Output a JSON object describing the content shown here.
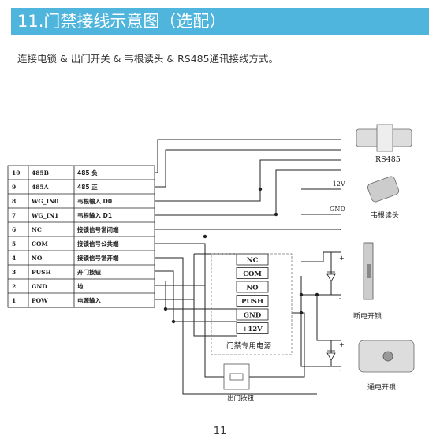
{
  "header": {
    "title": "11.门禁接线示意图（选配）"
  },
  "subtitle": "连接电锁 & 出门开关 & 韦根读头 & RS485通讯接线方式。",
  "terminal_table": {
    "rows": [
      {
        "num": "10",
        "pin": "485B",
        "desc": "485 负"
      },
      {
        "num": "9",
        "pin": "485A",
        "desc": "485 正"
      },
      {
        "num": "8",
        "pin": "WG_IN0",
        "desc": "韦根输入 D0"
      },
      {
        "num": "7",
        "pin": "WG_IN1",
        "desc": "韦根输入 D1"
      },
      {
        "num": "6",
        "pin": "NC",
        "desc": "接锁信号常闭端"
      },
      {
        "num": "5",
        "pin": "COM",
        "desc": "接锁信号公共端"
      },
      {
        "num": "4",
        "pin": "NO",
        "desc": "接锁信号常开端"
      },
      {
        "num": "3",
        "pin": "PUSH",
        "desc": "开门按钮"
      },
      {
        "num": "2",
        "pin": "GND",
        "desc": "地"
      },
      {
        "num": "1",
        "pin": "POW",
        "desc": "电源输入"
      }
    ]
  },
  "power_supply": {
    "label": "门禁专用电源",
    "terminals": [
      "NC",
      "COM",
      "NO",
      "PUSH",
      "GND",
      "+12V"
    ]
  },
  "devices": {
    "rs485": "RS485",
    "reader": "韦根读头",
    "fail_secure_lock": "断电开锁",
    "fail_safe_lock": "通电开锁",
    "exit_button": "出门按钮"
  },
  "wire_labels": {
    "plus12v": "+12V",
    "gnd": "GND",
    "plus": "+",
    "minus": "-"
  },
  "page_number": "11",
  "colors": {
    "header_bg": "#4fb5dc",
    "header_text": "#ffffff",
    "line": "#222222"
  }
}
